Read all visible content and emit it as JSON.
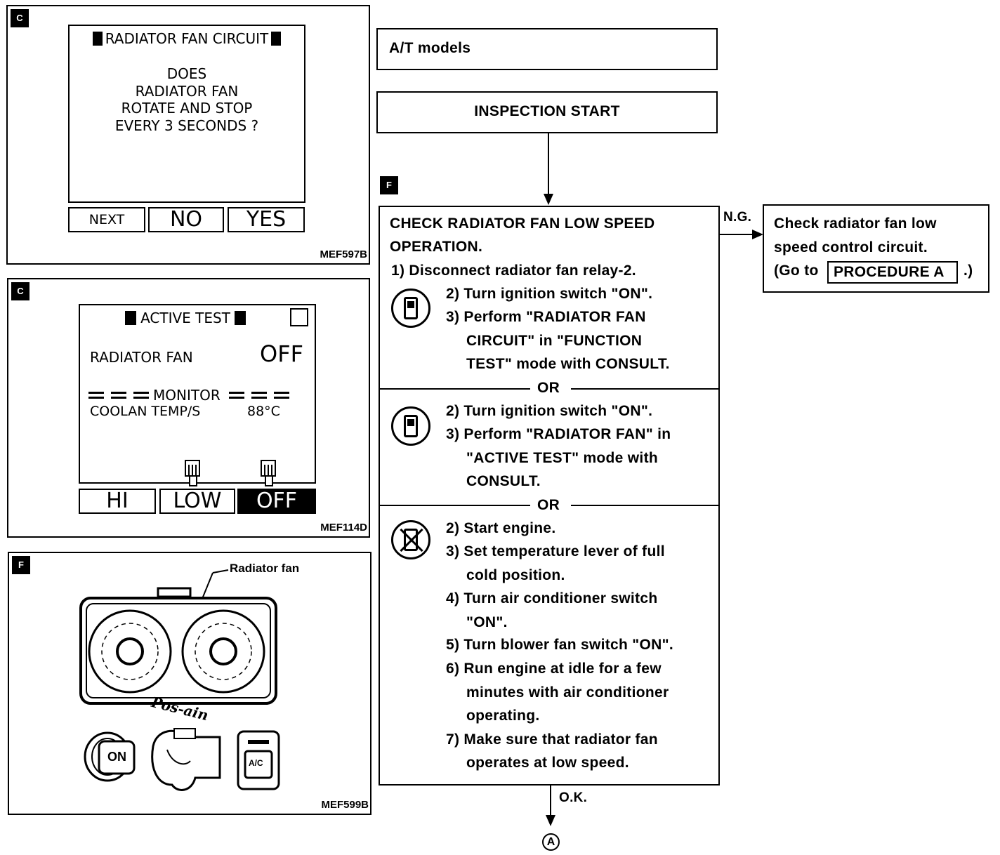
{
  "panel_c1": {
    "tag": "C",
    "screen_title": "RADIATOR FAN CIRCUIT",
    "question_lines": [
      "DOES",
      "RADIATOR FAN",
      "ROTATE AND STOP",
      "EVERY 3 SECONDS ?"
    ],
    "buttons": [
      "NEXT",
      "NO",
      "YES"
    ],
    "fig_id": "MEF597B"
  },
  "panel_c2": {
    "tag": "C",
    "screen_title": "ACTIVE TEST",
    "item_label": "RADIATOR FAN",
    "item_value": "OFF",
    "monitor_label": "MONITOR",
    "monitor_item": "COOLAN TEMP/S",
    "monitor_value": "88°C",
    "buttons": [
      "HI",
      "LOW",
      "OFF"
    ],
    "fig_id": "MEF114D"
  },
  "panel_f": {
    "tag": "F",
    "callout": "Radiator fan",
    "brand_script": "Pos-ain",
    "ignition_label": "ON",
    "ac_label": "A/C",
    "fig_id": "MEF599B"
  },
  "flow": {
    "model_box": "A/T models",
    "start_box": "INSPECTION START",
    "check_tag": "F",
    "check_title_1": "CHECK RADIATOR FAN LOW SPEED",
    "check_title_2": "OPERATION.",
    "step_1": "1) Disconnect radiator fan relay-2.",
    "sec_a": [
      "2) Turn ignition switch \"ON\".",
      "3) Perform \"RADIATOR FAN",
      "CIRCUIT\" in \"FUNCTION",
      "TEST\" mode with CONSULT."
    ],
    "or_1": "OR",
    "sec_b": [
      "2) Turn ignition switch \"ON\".",
      "3) Perform \"RADIATOR FAN\" in",
      "\"ACTIVE TEST\" mode with",
      "CONSULT."
    ],
    "or_2": "OR",
    "sec_c": [
      "2) Start engine.",
      "3) Set temperature lever of full",
      "cold position.",
      "4) Turn air conditioner switch",
      "\"ON\".",
      "5) Turn blower fan switch \"ON\".",
      "6) Run engine at idle for a few",
      "minutes with air conditioner",
      "operating.",
      "7) Make sure that radiator fan",
      "operates at low speed."
    ],
    "ng_label": "N.G.",
    "ok_label": "O.K.",
    "ng_box": [
      "Check radiator fan low",
      "speed control circuit."
    ],
    "ng_go_prefix": "(Go to",
    "ng_procedure": "PROCEDURE A",
    "ng_go_suffix": ".)",
    "connector": "A"
  }
}
